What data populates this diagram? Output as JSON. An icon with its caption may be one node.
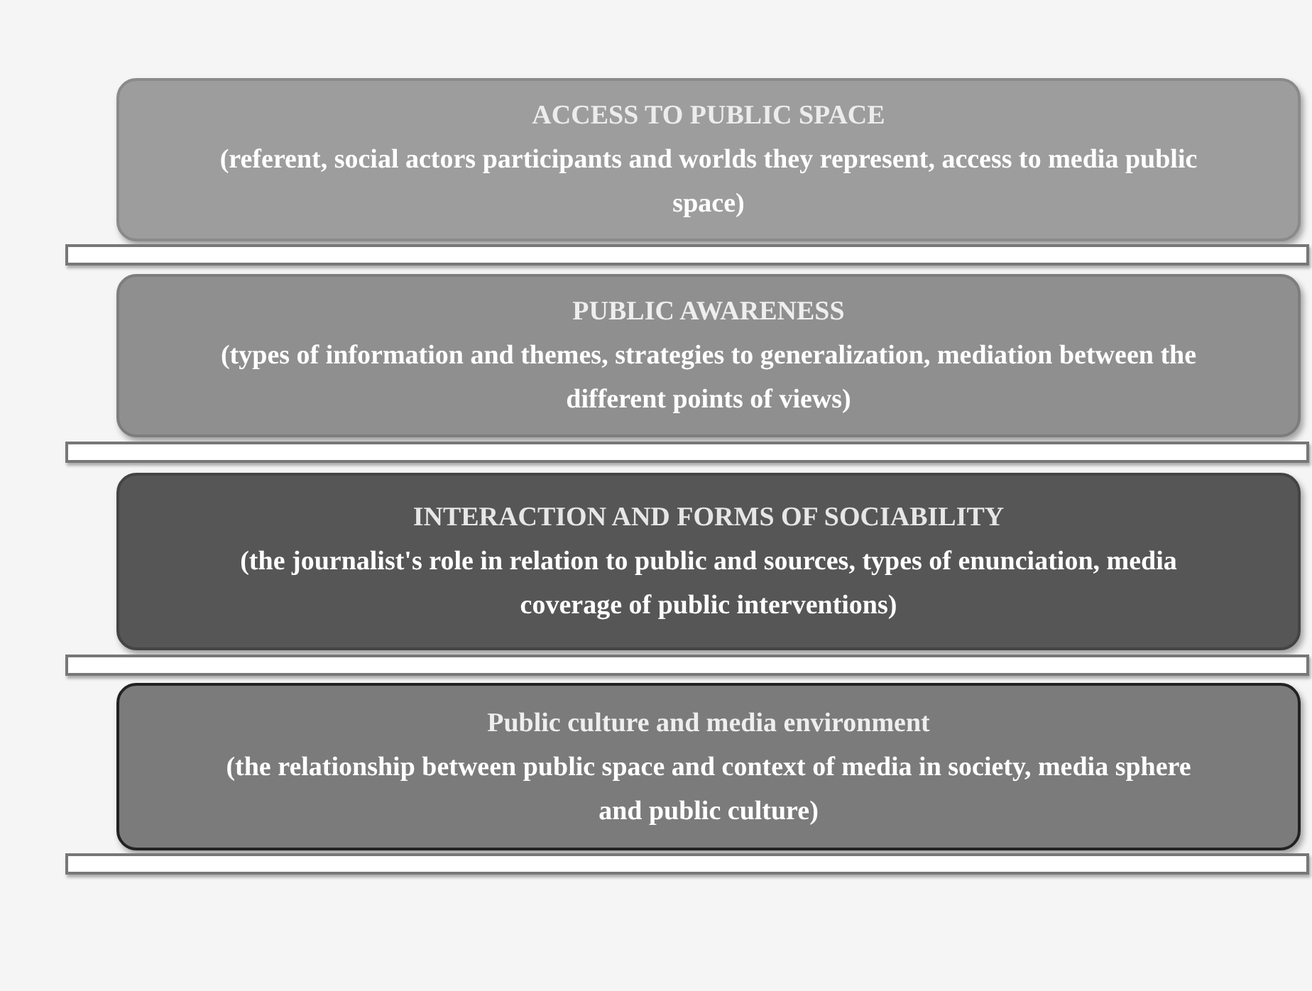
{
  "diagram": {
    "nodes": [
      {
        "text": [
          "ACCESS TO PUBLIC SPACE",
          "(referent, social actors participants and worlds they represent, access to media public space)"
        ]
      },
      {
        "text": [],
        "shape": "bar"
      },
      {
        "text": [
          "PUBLIC AWARENESS",
          "(types of information and themes, strategies to generalization, mediation between the different points of views)"
        ]
      },
      {
        "text": [],
        "shape": "bar"
      },
      {
        "text": [
          "INTERACTION AND FORMS OF SOCIABILITY",
          "(the journalist's role in relation to public and sources, types of enunciation, media coverage of public interventions)"
        ]
      },
      {
        "text": [],
        "shape": "bar"
      },
      {
        "text": [
          "Public culture and media environment",
          "(the relationship between public space and context of media in society, media sphere and public culture)"
        ]
      },
      {
        "text": [],
        "shape": "bar"
      }
    ]
  }
}
